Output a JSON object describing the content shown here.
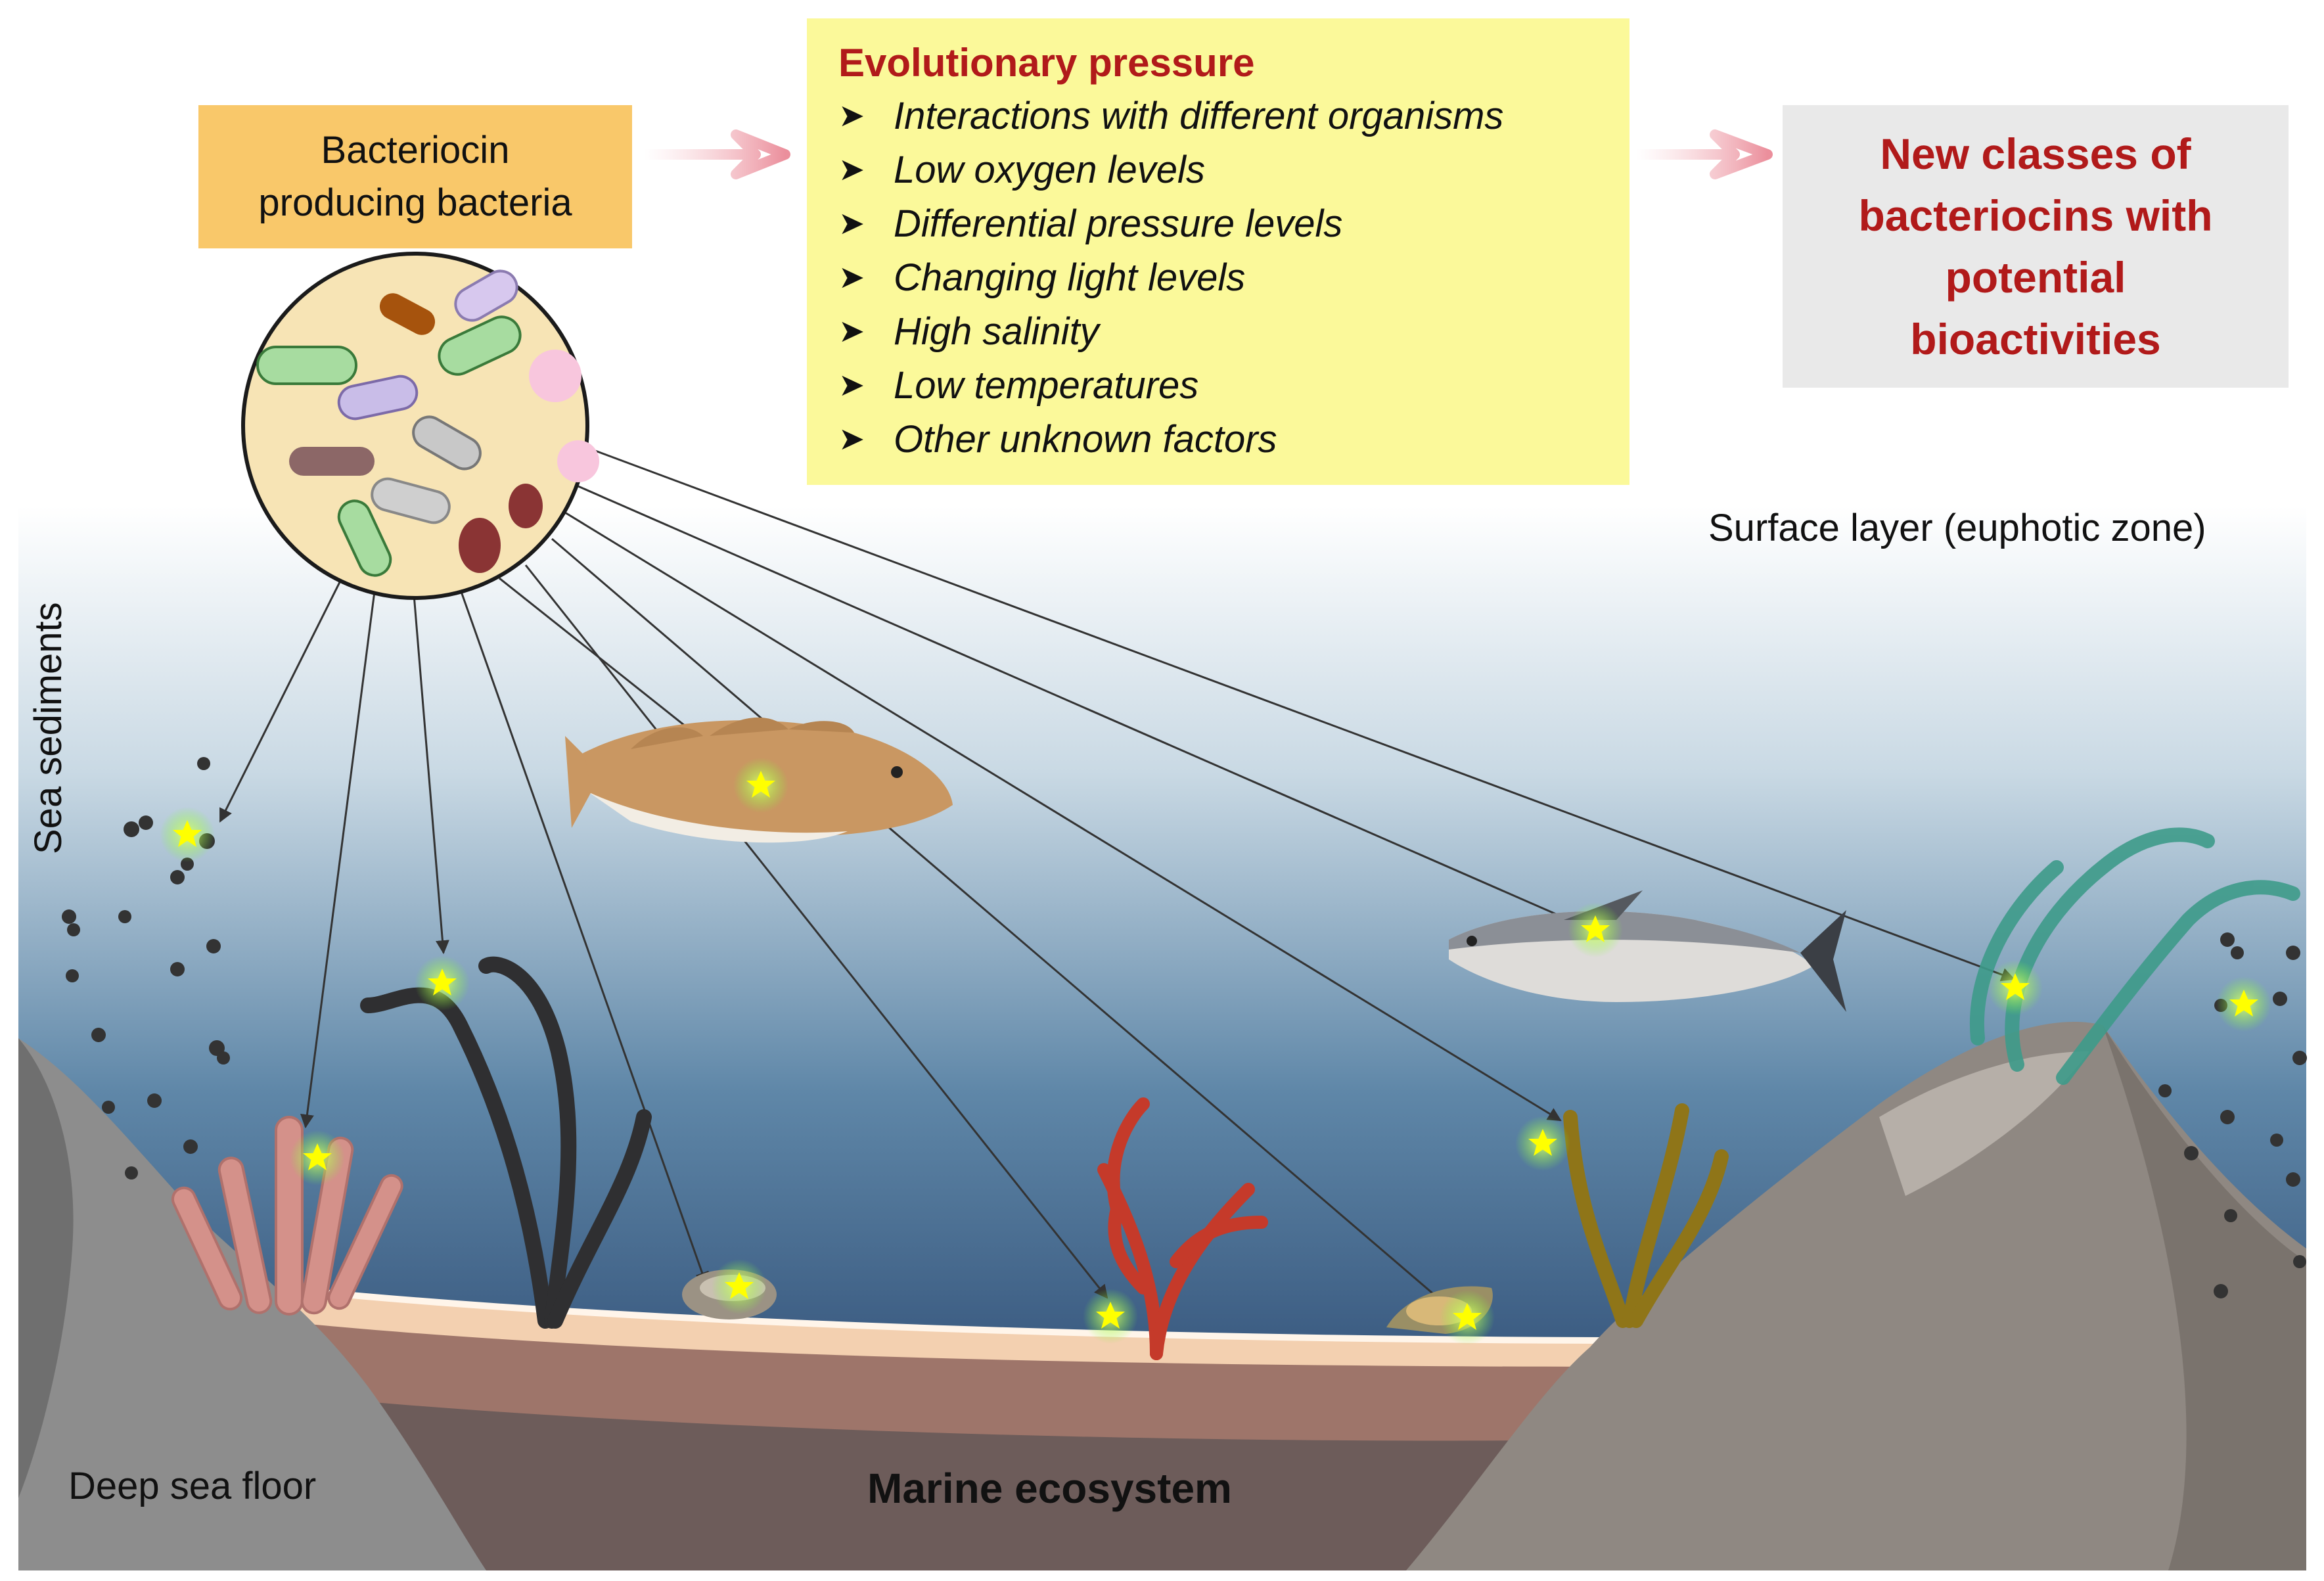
{
  "source_box": {
    "lines": [
      "Bacteriocin",
      "producing bacteria"
    ]
  },
  "pressure_box": {
    "title": "Evolutionary pressure",
    "factors": [
      "Interactions with different organisms",
      "Low oxygen levels",
      "Differential pressure levels",
      "Changing light levels",
      "High salinity",
      "Low temperatures",
      "Other unknown factors"
    ]
  },
  "result_box": {
    "lines": [
      "New classes of",
      "bacteriocins with",
      "potential",
      "bioactivities"
    ]
  },
  "zones": {
    "surface": "Surface layer (euphotic zone)",
    "sediments": "Sea sediments",
    "deep_floor": "Deep sea floor",
    "ecosystem": "Marine ecosystem"
  },
  "colors": {
    "source_box": "#f9c86a",
    "pressure_box": "#fbf99a",
    "result_box": "#e9e9e9",
    "highlight_text": "#b11a1a",
    "star": "#ffff00"
  },
  "icons": [
    "bacteria-circle-icon",
    "cod-fish-icon",
    "catfish-icon",
    "kelp-icon",
    "tube-sponge-icon",
    "oyster-icon",
    "red-coral-icon",
    "mussel-icon",
    "brown-algae-icon",
    "green-seaweed-icon",
    "star-icon"
  ]
}
